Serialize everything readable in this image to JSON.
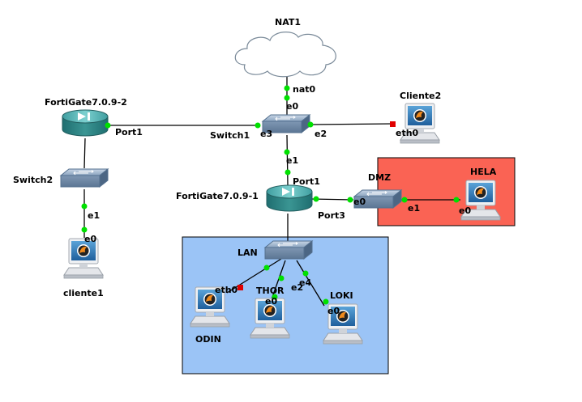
{
  "colors": {
    "dmz_fill": "#fa6354",
    "lan_fill": "#9bc4f6",
    "port_up": "#00e000",
    "port_down": "#e00000",
    "link": "#000000"
  },
  "areas": {
    "dmz": {
      "label": "DMZ"
    },
    "lan": {
      "label": "LAN"
    }
  },
  "nodes": {
    "nat1": {
      "label": "NAT1",
      "icon": "cloud-icon"
    },
    "fortigate2": {
      "label": "FortiGate7.0.9-2",
      "icon": "firewall-router-icon"
    },
    "fortigate1": {
      "label": "FortiGate7.0.9-1",
      "icon": "firewall-router-icon"
    },
    "switch1": {
      "label": "Switch1",
      "icon": "switch-icon"
    },
    "switch2": {
      "label": "Switch2",
      "icon": "switch-icon"
    },
    "switch_dmz": {
      "label": "",
      "icon": "switch-icon"
    },
    "switch_lan": {
      "label": "",
      "icon": "switch-icon"
    },
    "cliente2": {
      "label": "Cliente2",
      "icon": "computer-icon"
    },
    "cliente1": {
      "label": "cliente1",
      "icon": "computer-icon"
    },
    "hela": {
      "label": "HELA",
      "icon": "computer-icon"
    },
    "odin": {
      "label": "ODIN",
      "icon": "computer-icon"
    },
    "thor": {
      "label": "THOR",
      "icon": "computer-icon"
    },
    "loki": {
      "label": "LOKI",
      "icon": "computer-icon"
    }
  },
  "ports": {
    "nat0": "nat0",
    "sw1_e0": "e0",
    "sw1_e3": "e3",
    "sw1_e2": "e2",
    "sw1_e1": "e1",
    "fg2_port1": "Port1",
    "c2_eth0": "eth0",
    "fg1_port1": "Port1",
    "fg1_port3": "Port3",
    "dmz_e0": "e0",
    "dmz_e1": "e1",
    "hela_e0": "e0",
    "sw2_e1": "e1",
    "c1_e0": "e0",
    "odin_eth0": "eth0",
    "thor_e0": "e0",
    "lan_e2": "e2",
    "lan_e4": "e4",
    "loki_e0": "e0"
  },
  "links": [
    {
      "from": "nat1",
      "to": "switch1",
      "status": "up"
    },
    {
      "from": "fortigate2",
      "to": "switch1",
      "status": "up"
    },
    {
      "from": "switch1",
      "to": "cliente2",
      "status": "down"
    },
    {
      "from": "switch1",
      "to": "fortigate1",
      "status": "up"
    },
    {
      "from": "fortigate2",
      "to": "switch2",
      "status": "up"
    },
    {
      "from": "switch2",
      "to": "cliente1",
      "status": "up"
    },
    {
      "from": "fortigate1",
      "to": "switch_dmz",
      "status": "up"
    },
    {
      "from": "switch_dmz",
      "to": "hela",
      "status": "up"
    },
    {
      "from": "fortigate1",
      "to": "switch_lan",
      "status": "up"
    },
    {
      "from": "switch_lan",
      "to": "odin",
      "status": "down"
    },
    {
      "from": "switch_lan",
      "to": "thor",
      "status": "up"
    },
    {
      "from": "switch_lan",
      "to": "loki",
      "status": "up"
    }
  ]
}
